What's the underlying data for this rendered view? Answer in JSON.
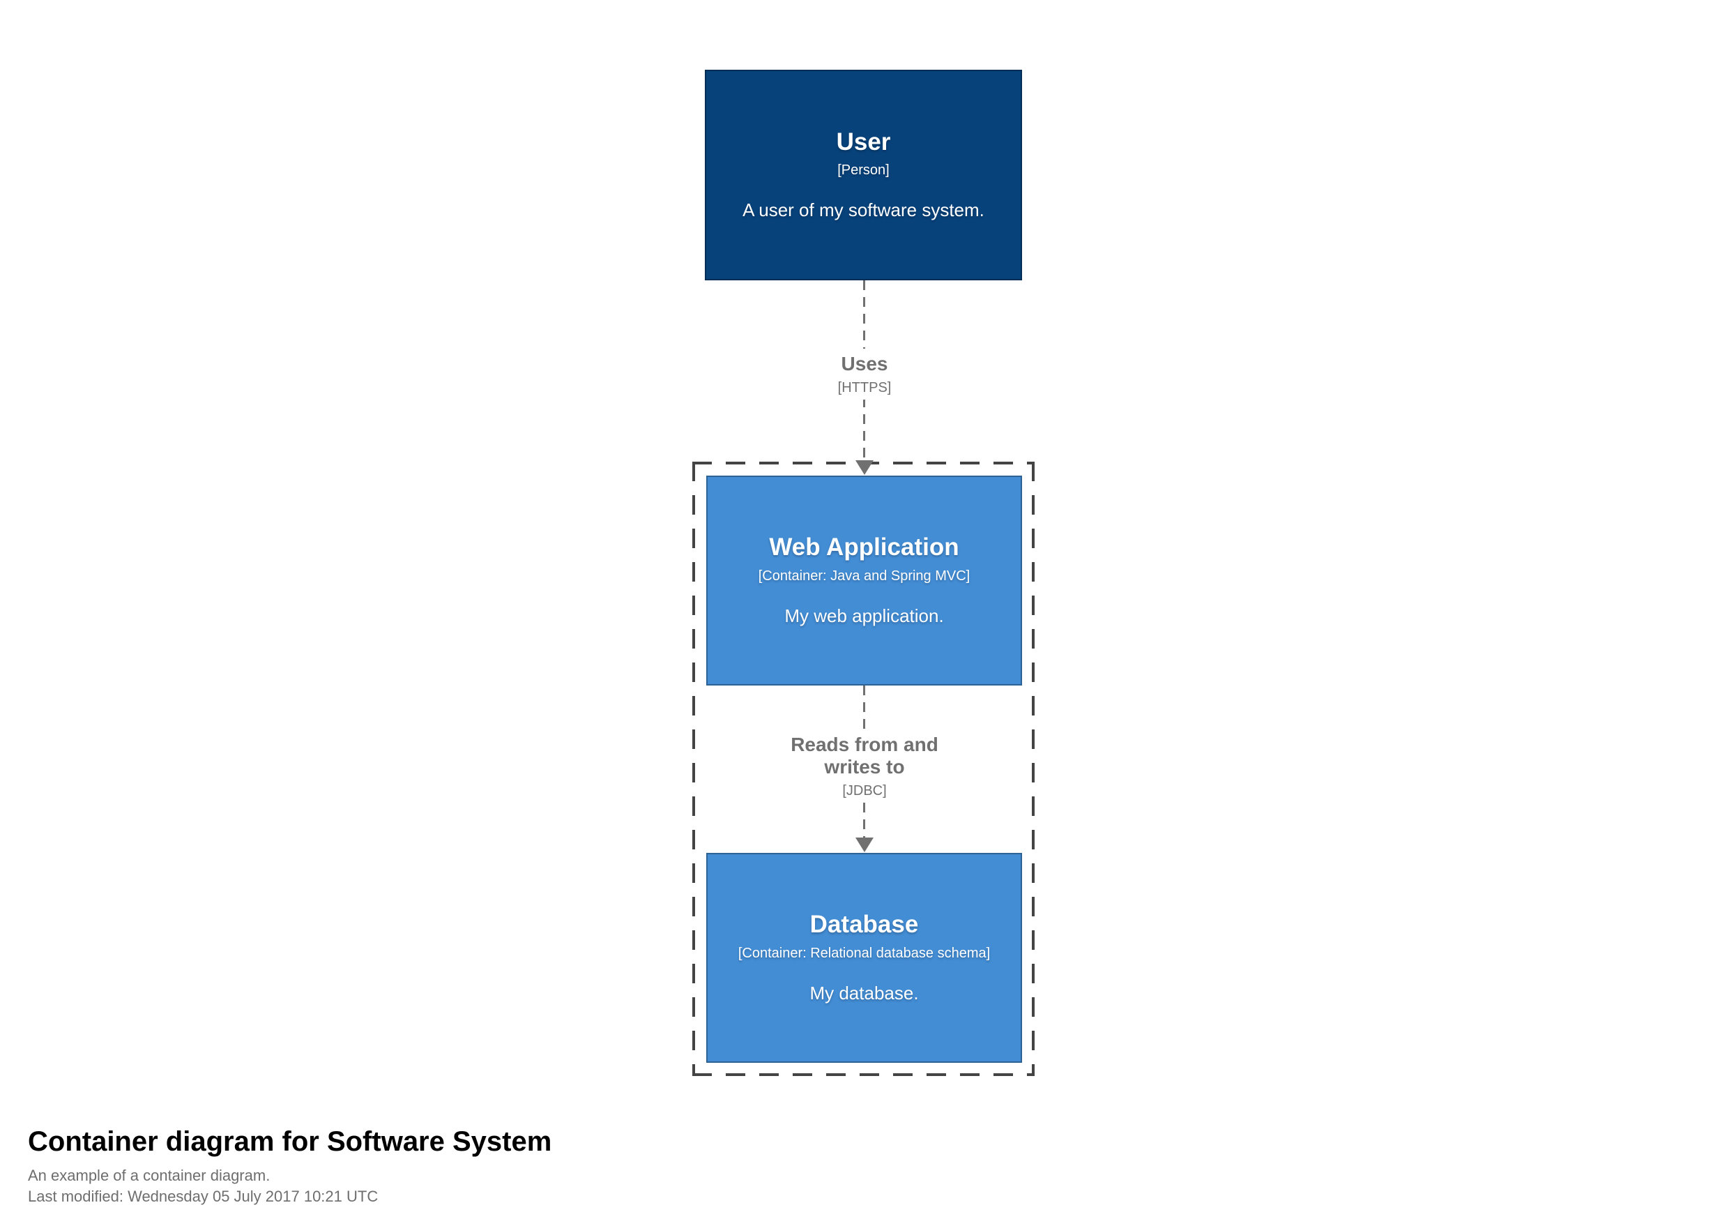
{
  "diagram": {
    "nodes": [
      {
        "id": "user",
        "name": "User",
        "meta": "[Person]",
        "description": "A user of my software system.",
        "fill": "#08427b"
      },
      {
        "id": "web-application",
        "name": "Web Application",
        "meta": "[Container: Java and Spring MVC]",
        "description": "My web application.",
        "fill": "#438dd5"
      },
      {
        "id": "database",
        "name": "Database",
        "meta": "[Container: Relational database schema]",
        "description": "My database.",
        "fill": "#438dd5"
      }
    ],
    "relationships": [
      {
        "label_line1": "Uses",
        "label_line2": "",
        "technology": "[HTTPS]"
      },
      {
        "label_line1": "Reads from and",
        "label_line2": "writes to",
        "technology": "[JDBC]"
      }
    ],
    "colors": {
      "person_fill": "#08427b",
      "container_fill": "#438dd5",
      "relationship": "#707070",
      "boundary": "#444444"
    }
  },
  "footer": {
    "title": "Container diagram for Software System",
    "description": "An example of a container diagram.",
    "last_modified": "Last modified: Wednesday 05 July 2017 10:21 UTC"
  }
}
